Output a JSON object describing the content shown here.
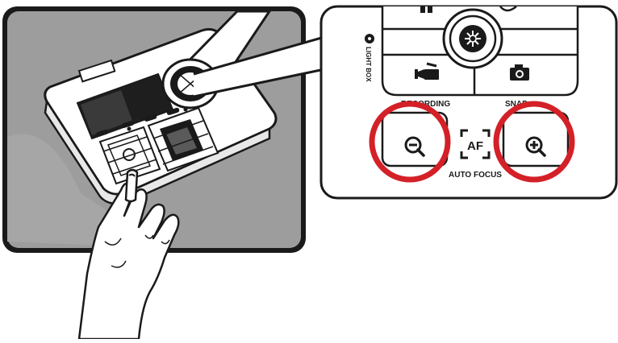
{
  "panel": {
    "light_box_label": "LIGHT BOX",
    "recording_label": "RECORDING",
    "snap_label": "SNAP",
    "af_label": "AF",
    "auto_focus_label": "AUTO FOCUS"
  },
  "icons": {
    "zoom_out": "zoom-out-icon",
    "zoom_in": "zoom-in-icon",
    "record": "video-camera-icon",
    "snap": "camera-icon",
    "light": "light-icon"
  },
  "colors": {
    "highlight_ring": "#d42027",
    "photo_bg": "#9a9a9a",
    "ink": "#1a1a1a"
  }
}
